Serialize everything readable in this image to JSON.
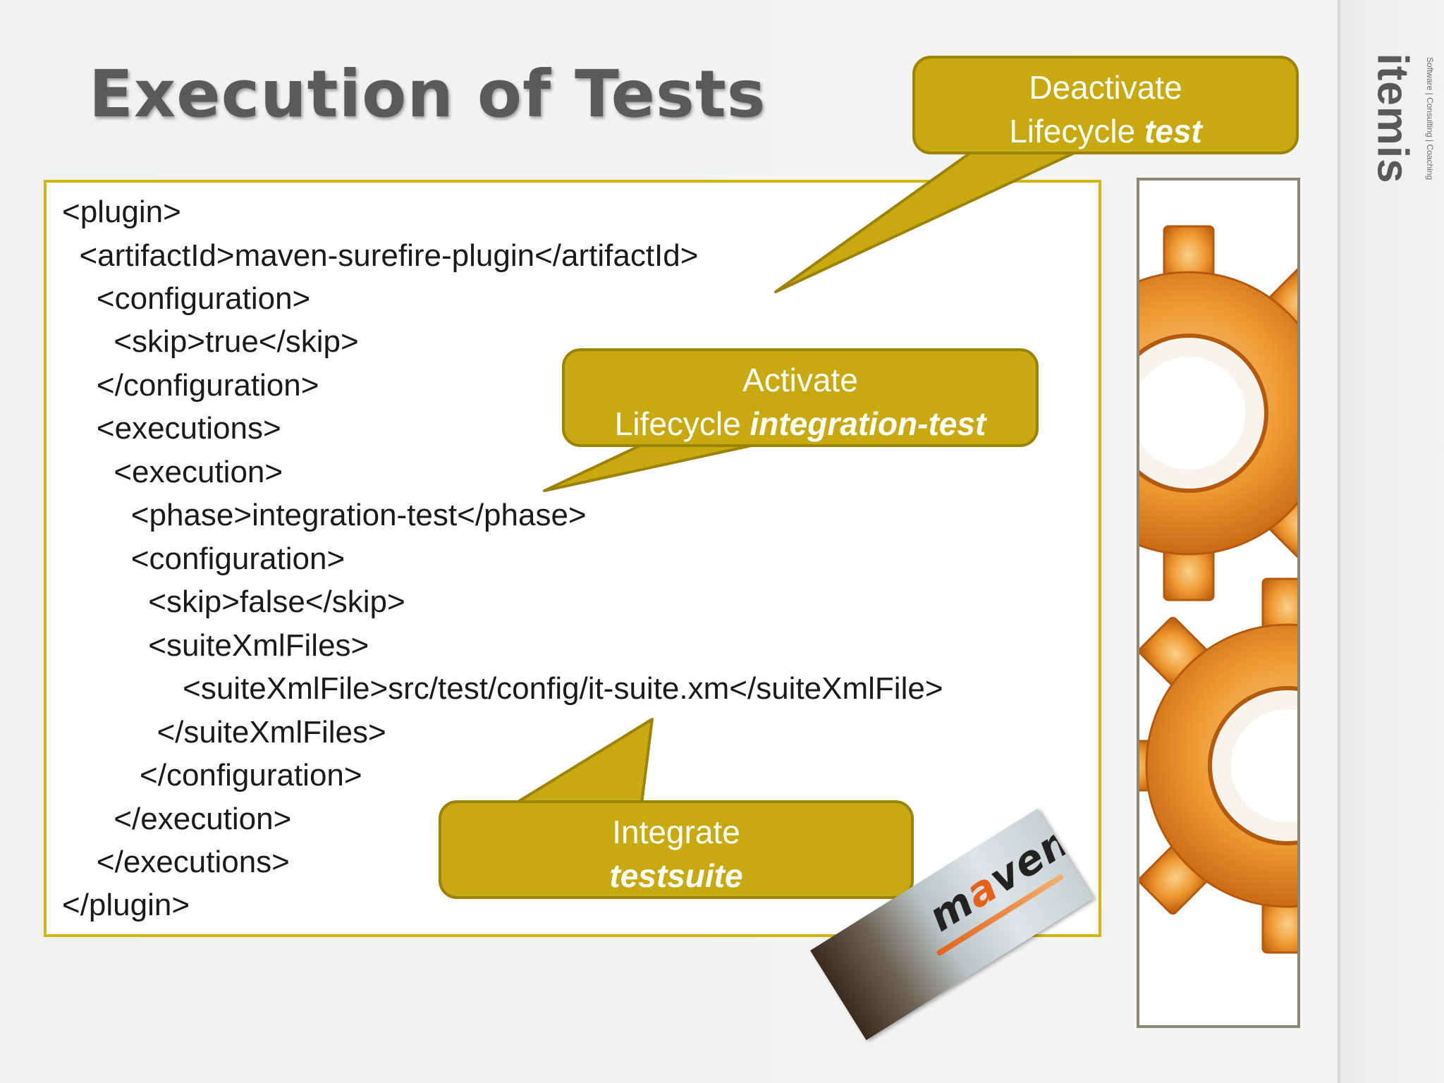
{
  "slide": {
    "title": "Execution of Tests",
    "brand": {
      "name": "itemis",
      "tagline": "Software | Consulting | Coaching"
    },
    "code_lines": [
      "<plugin>",
      "  <artifactId>maven-surefire-plugin</artifactId>",
      "    <configuration>",
      "      <skip>true</skip>",
      "    </configuration>",
      "    <executions>",
      "      <execution>",
      "        <phase>integration-test</phase>",
      "        <configuration>",
      "          <skip>false</skip>",
      "          <suiteXmlFiles>",
      "              <suiteXmlFile>src/test/config/it-suite.xm</suiteXmlFile>",
      "           </suiteXmlFiles>",
      "         </configuration>",
      "      </execution>",
      "    </executions>",
      "</plugin>"
    ],
    "callouts": {
      "deactivate": {
        "line1": "Deactivate",
        "line2_prefix": "Lifecycle ",
        "line2_emphasis": "test"
      },
      "activate": {
        "line1": "Activate",
        "line2_prefix": "Lifecycle ",
        "line2_emphasis": "integration-test"
      },
      "integrate": {
        "line1": "Integrate",
        "line2_prefix": "",
        "line2_emphasis": "testsuite"
      }
    },
    "maven_logo": {
      "word_prefix": "m",
      "word_accent": "a",
      "word_suffix": "ven"
    },
    "colors": {
      "callout": "#c8aa10",
      "callout_border": "#9c8206",
      "code_border": "#d4b315",
      "gear_orange": "#e98a1e",
      "title": "#5a5a5a"
    }
  }
}
